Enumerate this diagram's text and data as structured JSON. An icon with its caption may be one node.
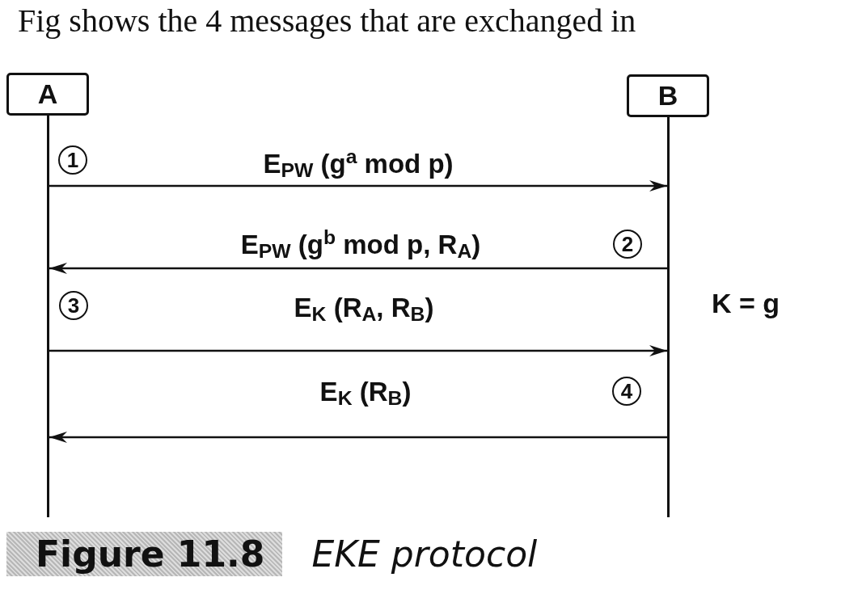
{
  "diagram": {
    "title": "Fig shows the 4 messages that are exchanged in",
    "caption": "**Figure 11.8** *EKE protocol*",
    "nodes": [
      {
        "text": [
          "A"
        ]
      },
      {
        "text": [
          "B"
        ]
      },
      {
        "text": [],
        "shape": "line"
      },
      {
        "text": [],
        "shape": "line"
      }
    ],
    "edges": [
      {
        "from": 2,
        "to": 3,
        "arrow": "to",
        "label": "E$_{PW}$ (g$^{a}$ mod p)"
      },
      {
        "from": 3,
        "to": 2,
        "arrow": "to",
        "label": "E$_{PW}$ (g$^{b}$ mod p, R$_{A}$)"
      },
      {
        "from": 2,
        "to": 3,
        "arrow": "to",
        "label": "E$_{K}$ (R$_{A}$, R$_{B}$)"
      },
      {
        "from": 3,
        "to": 2,
        "arrow": "to",
        "label": "E$_{K}$ (R$_{B}$)"
      }
    ],
    "labels": [
      "1",
      "2",
      "3",
      "K = g",
      "4"
    ]
  }
}
